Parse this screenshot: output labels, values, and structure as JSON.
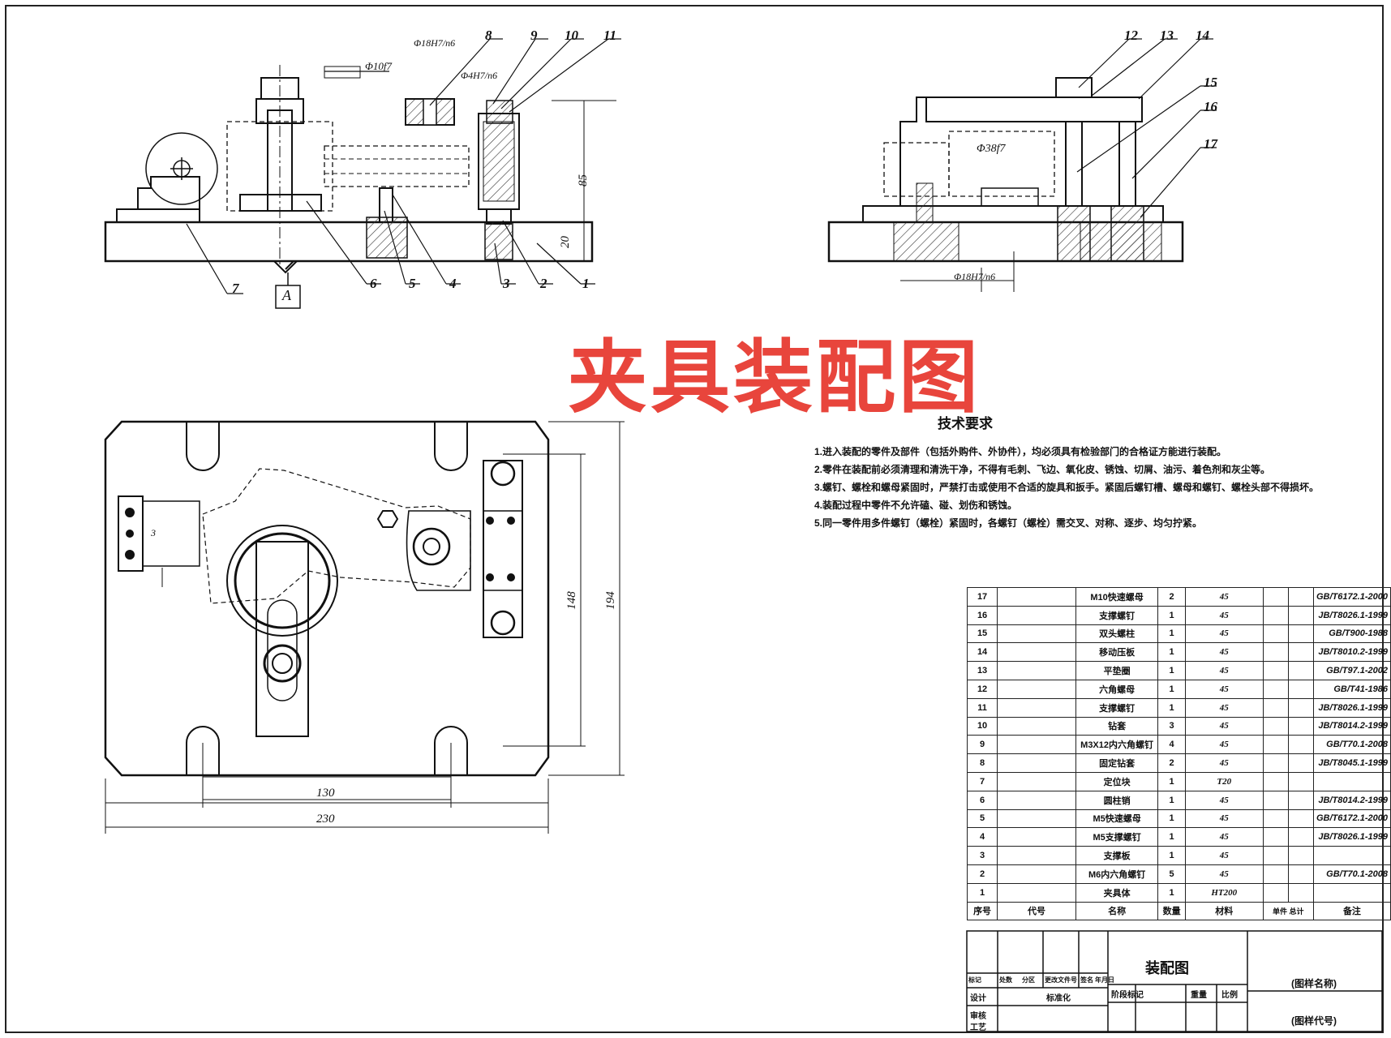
{
  "page_title": "夹具装配图",
  "front_view": {
    "callouts": [
      "1",
      "2",
      "3",
      "4",
      "5",
      "6",
      "7",
      "8",
      "9",
      "10",
      "11"
    ],
    "dims": {
      "height_85": "85",
      "height_20": "20",
      "fit_18": "Φ18H7/n6",
      "fit_4": "Φ4H7/n6",
      "tol_10": "Φ10f7",
      "datum": "A"
    }
  },
  "side_view": {
    "callouts": [
      "12",
      "13",
      "14",
      "15",
      "16",
      "17"
    ],
    "dims": {
      "fit_38": "Φ38f7",
      "fit_18b": "Φ18H7/n6"
    }
  },
  "plan_view": {
    "dims": {
      "w_130": "130",
      "w_230": "230",
      "h_148": "148",
      "h_194": "194",
      "small": "3"
    }
  },
  "tech_requirements": {
    "title": "技术要求",
    "items": [
      "1.进入装配的零件及部件（包括外购件、外协件），均必须具有检验部门的合格证方能进行装配。",
      "2.零件在装配前必须清理和清洗干净，不得有毛刺、飞边、氧化皮、锈蚀、切屑、油污、着色剂和灰尘等。",
      "3.螺钉、螺栓和螺母紧固时，严禁打击或使用不合适的旋具和扳手。紧固后螺钉槽、螺母和螺钉、螺栓头部不得损坏。",
      "4.装配过程中零件不允许磕、碰、划伤和锈蚀。",
      "5.同一零件用多件螺钉（螺栓）紧固时，各螺钉（螺栓）需交叉、对称、逐步、均匀拧紧。"
    ]
  },
  "bom": {
    "rows": [
      {
        "no": "17",
        "name": "M10快速螺母",
        "qty": "2",
        "mat": "45",
        "std": "GB/T6172.1-2000"
      },
      {
        "no": "16",
        "name": "支撑螺钉",
        "qty": "1",
        "mat": "45",
        "std": "JB/T8026.1-1999"
      },
      {
        "no": "15",
        "name": "双头螺柱",
        "qty": "1",
        "mat": "45",
        "std": "GB/T900-1988"
      },
      {
        "no": "14",
        "name": "移动压板",
        "qty": "1",
        "mat": "45",
        "std": "JB/T8010.2-1999"
      },
      {
        "no": "13",
        "name": "平垫圈",
        "qty": "1",
        "mat": "45",
        "std": "GB/T97.1-2002"
      },
      {
        "no": "12",
        "name": "六角螺母",
        "qty": "1",
        "mat": "45",
        "std": "GB/T41-1986"
      },
      {
        "no": "11",
        "name": "支撑螺钉",
        "qty": "1",
        "mat": "45",
        "std": "JB/T8026.1-1999"
      },
      {
        "no": "10",
        "name": "钻套",
        "qty": "3",
        "mat": "45",
        "std": "JB/T8014.2-1999"
      },
      {
        "no": "9",
        "name": "M3X12内六角螺钉",
        "qty": "4",
        "mat": "45",
        "std": "GB/T70.1-2008"
      },
      {
        "no": "8",
        "name": "固定钻套",
        "qty": "2",
        "mat": "45",
        "std": "JB/T8045.1-1999"
      },
      {
        "no": "7",
        "name": "定位块",
        "qty": "1",
        "mat": "T20",
        "std": ""
      },
      {
        "no": "6",
        "name": "圆柱销",
        "qty": "1",
        "mat": "45",
        "std": "JB/T8014.2-1999"
      },
      {
        "no": "5",
        "name": "M5快速螺母",
        "qty": "1",
        "mat": "45",
        "std": "GB/T6172.1-2000"
      },
      {
        "no": "4",
        "name": "M5支撑螺钉",
        "qty": "1",
        "mat": "45",
        "std": "JB/T8026.1-1999"
      },
      {
        "no": "3",
        "name": "支撑板",
        "qty": "1",
        "mat": "45",
        "std": ""
      },
      {
        "no": "2",
        "name": "M6内六角螺钉",
        "qty": "5",
        "mat": "45",
        "std": "GB/T70.1-2008"
      },
      {
        "no": "1",
        "name": "夹具体",
        "qty": "1",
        "mat": "HT200",
        "std": ""
      }
    ],
    "header": {
      "no": "序号",
      "code": "代号",
      "name": "名称",
      "qty": "数量",
      "mat": "材料",
      "weight": "单件 总计",
      "note": "备注"
    }
  },
  "title_block": {
    "drawing_name": "装配图",
    "part_name": "(图样名称)",
    "part_code": "(图样代号)",
    "rev_labels": [
      "标记",
      "处数",
      "分区",
      "更改文件号",
      "签名",
      "年月日"
    ],
    "roles": [
      "设计",
      "审核",
      "工艺"
    ],
    "std_label": "标准化",
    "stage_label": "阶段标记",
    "weight_label": "重量",
    "scale_label": "比例"
  }
}
